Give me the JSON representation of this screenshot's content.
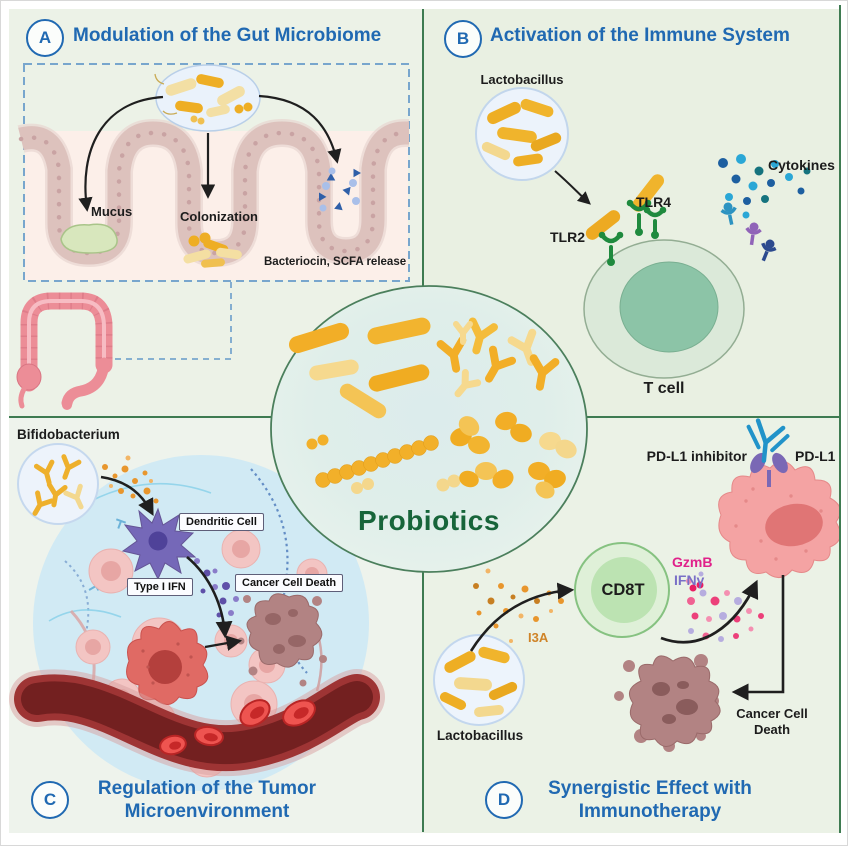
{
  "figure": {
    "description": "Probiotics mechanisms four-panel diagram",
    "colors": {
      "accent_blue": "#2069b2",
      "panel_background": "#ecf2e7",
      "divider_green": "#3e7b51",
      "probiotics_green": "#17653a",
      "bacteria_yellow": "#f0b02a",
      "gzmb_magenta": "#e0218a",
      "ifng_purple": "#7a70c7",
      "i3a_orange": "#cf8428"
    }
  },
  "center": {
    "label": "Probiotics"
  },
  "panel_a": {
    "letter": "A",
    "title": "Modulation of the Gut Microbiome",
    "labels": {
      "mucus": "Mucus",
      "colonization": "Colonization",
      "bacteriocin": "Bacteriocin, SCFA release"
    }
  },
  "panel_b": {
    "letter": "B",
    "title": "Activation of the Immune System",
    "labels": {
      "lactobacillus": "Lactobacillus",
      "tlr2": "TLR2",
      "tlr4": "TLR4",
      "cytokines": "Cytokines",
      "t_cell": "T cell"
    }
  },
  "panel_c": {
    "letter": "C",
    "title_line1": "Regulation of the Tumor",
    "title_line2": "Microenvironment",
    "labels": {
      "bifidobacterium": "Bifidobacterium",
      "dendritic_cell": "Dendritic Cell",
      "type_i_ifn": "Type I IFN",
      "cancer_cell_death": "Cancer Cell Death"
    }
  },
  "panel_d": {
    "letter": "D",
    "title_line1": "Synergistic Effect with",
    "title_line2": "Immunotherapy",
    "labels": {
      "pdl1_inhibitor": "PD-L1 inhibitor",
      "pdl1": "PD-L1",
      "gzmb": "GzmB",
      "ifng": "IFNγ",
      "cd8t": "CD8T",
      "i3a": "I3A",
      "lactobacillus": "Lactobacillus",
      "cancer_cell_line1": "Cancer Cell",
      "cancer_cell_line2": "Death"
    }
  }
}
